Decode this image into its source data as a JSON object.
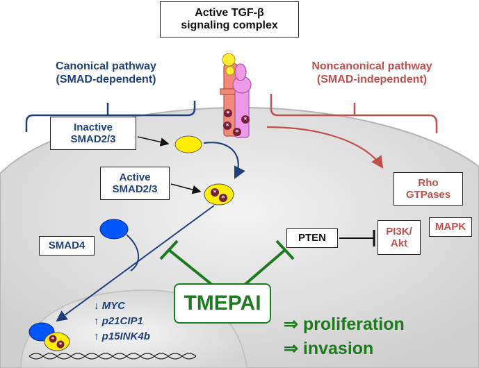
{
  "title": {
    "line1": "Active TGF-β",
    "line2": "signaling complex"
  },
  "canonical": {
    "line1": "Canonical pathway",
    "line2": "(SMAD-dependent)"
  },
  "noncanonical": {
    "line1": "Noncanonical pathway",
    "line2": "(SMAD-independent)"
  },
  "inactive_smad": {
    "line1": "Inactive",
    "line2": "SMAD2/3"
  },
  "active_smad": {
    "line1": "Active",
    "line2": "SMAD2/3"
  },
  "smad4": "SMAD4",
  "tmepai": "TMEPAI",
  "pten": "PTEN",
  "pi3k": {
    "line1": "PI3K/",
    "line2": "Akt"
  },
  "mapk": "MAPK",
  "rho": {
    "line1": "Rho",
    "line2": "GTPases"
  },
  "genes": [
    "↓ MYC",
    "↑ p21CIP1",
    "↑ p15INK4b"
  ],
  "outcomes": [
    "⇒ proliferation",
    "⇒ invasion"
  ],
  "colors": {
    "canonical": "#1f3f7a",
    "noncanonical": "#c0504d",
    "tmepai": "#1e7a1e",
    "smad_ellipse": "#ffee00",
    "smad4": "#0055ff"
  }
}
